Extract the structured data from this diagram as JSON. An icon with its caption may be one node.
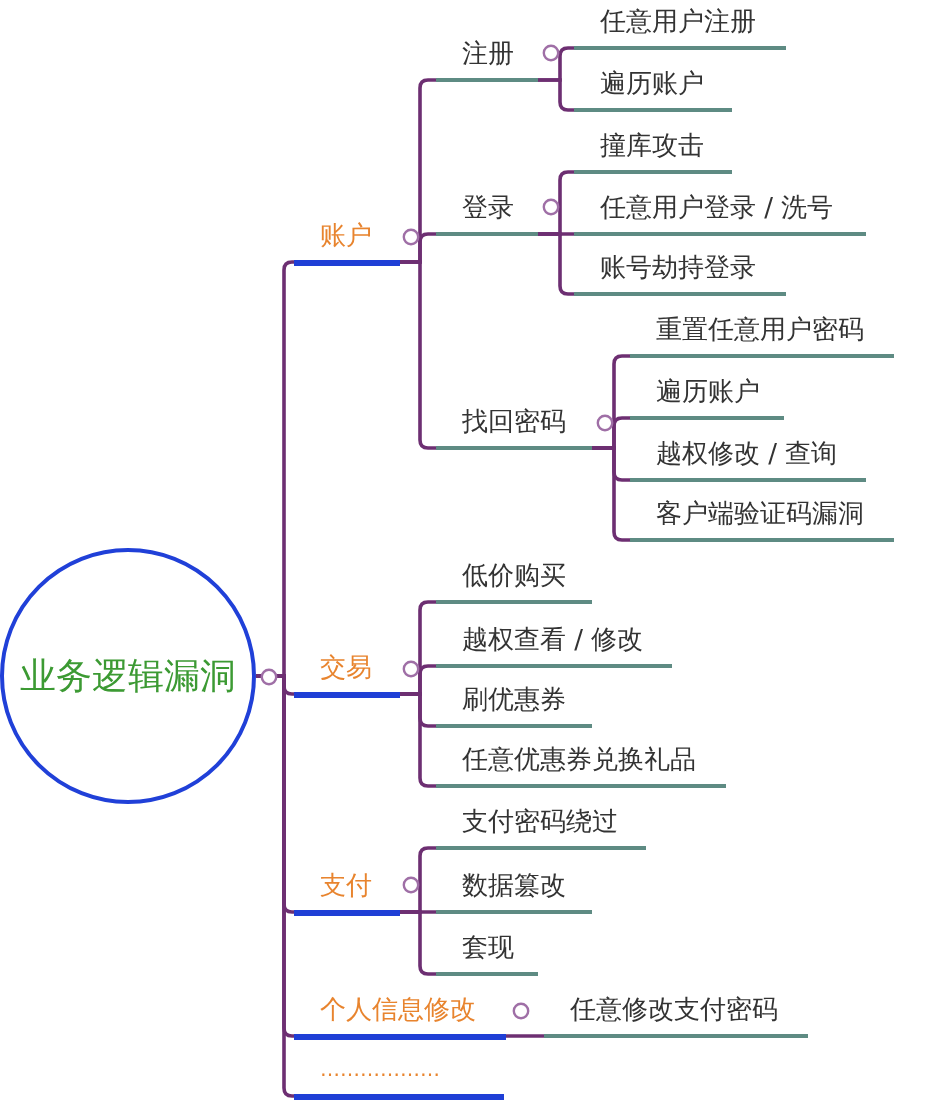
{
  "diagram": {
    "nodes": [
      {
        "text": [
          "业务逻辑漏洞"
        ]
      },
      {
        "text": [
          "账户"
        ]
      },
      {
        "text": [
          "注册"
        ]
      },
      {
        "text": [
          "任意用户注册"
        ]
      },
      {
        "text": [
          "遍历账户"
        ]
      },
      {
        "text": [
          "登录"
        ]
      },
      {
        "text": [
          "撞库攻击"
        ]
      },
      {
        "text": [
          "任意用户登录 / 洗号"
        ]
      },
      {
        "text": [
          "账号劫持登录"
        ]
      },
      {
        "text": [
          "找回密码"
        ]
      },
      {
        "text": [
          "重置任意用户密码"
        ]
      },
      {
        "text": [
          "遍历账户"
        ]
      },
      {
        "text": [
          "越权修改 / 查询"
        ]
      },
      {
        "text": [
          "客户端验证码漏洞"
        ]
      },
      {
        "text": [
          "交易"
        ]
      },
      {
        "text": [
          "低价购买"
        ]
      },
      {
        "text": [
          "越权查看 / 修改"
        ]
      },
      {
        "text": [
          "刷优惠券"
        ]
      },
      {
        "text": [
          "任意优惠券兑换礼品"
        ]
      },
      {
        "text": [
          "支付"
        ]
      },
      {
        "text": [
          "支付密码绕过"
        ]
      },
      {
        "text": [
          "数据篡改"
        ]
      },
      {
        "text": [
          "套现"
        ]
      },
      {
        "text": [
          "个人信息修改"
        ]
      },
      {
        "text": [
          "任意修改支付密码"
        ]
      },
      {
        "text": [
          "………………"
        ]
      }
    ],
    "edges": [
      {
        "from": 0,
        "to": 1,
        "arrow": "none"
      },
      {
        "from": 0,
        "to": 14,
        "arrow": "none"
      },
      {
        "from": 0,
        "to": 19,
        "arrow": "none"
      },
      {
        "from": 0,
        "to": 23,
        "arrow": "none"
      },
      {
        "from": 0,
        "to": 25,
        "arrow": "none"
      },
      {
        "from": 1,
        "to": 2,
        "arrow": "none"
      },
      {
        "from": 1,
        "to": 5,
        "arrow": "none"
      },
      {
        "from": 1,
        "to": 9,
        "arrow": "none"
      },
      {
        "from": 2,
        "to": 3,
        "arrow": "none"
      },
      {
        "from": 2,
        "to": 4,
        "arrow": "none"
      },
      {
        "from": 5,
        "to": 6,
        "arrow": "none"
      },
      {
        "from": 5,
        "to": 7,
        "arrow": "none"
      },
      {
        "from": 5,
        "to": 8,
        "arrow": "none"
      },
      {
        "from": 9,
        "to": 10,
        "arrow": "none"
      },
      {
        "from": 9,
        "to": 11,
        "arrow": "none"
      },
      {
        "from": 9,
        "to": 12,
        "arrow": "none"
      },
      {
        "from": 9,
        "to": 13,
        "arrow": "none"
      },
      {
        "from": 14,
        "to": 15,
        "arrow": "none"
      },
      {
        "from": 14,
        "to": 16,
        "arrow": "none"
      },
      {
        "from": 14,
        "to": 17,
        "arrow": "none"
      },
      {
        "from": 14,
        "to": 18,
        "arrow": "none"
      },
      {
        "from": 19,
        "to": 20,
        "arrow": "none"
      },
      {
        "from": 19,
        "to": 21,
        "arrow": "none"
      },
      {
        "from": 19,
        "to": 22,
        "arrow": "none"
      },
      {
        "from": 23,
        "to": 24,
        "arrow": "none"
      }
    ]
  }
}
